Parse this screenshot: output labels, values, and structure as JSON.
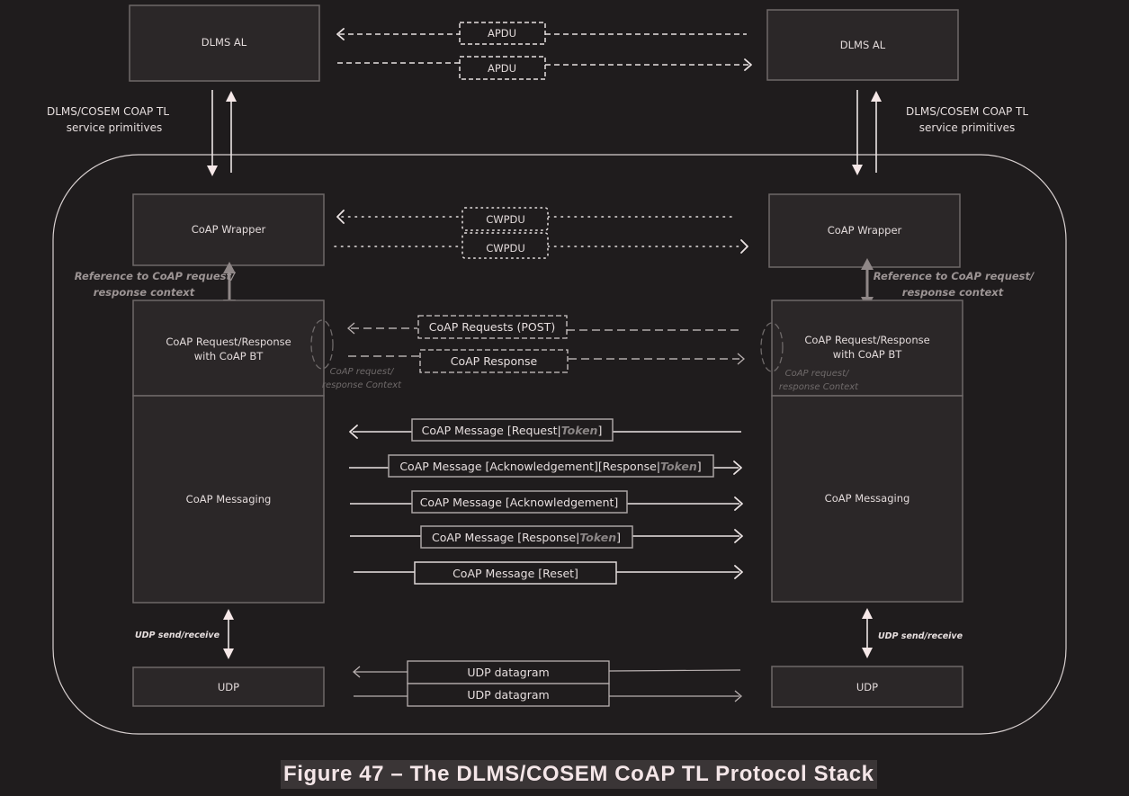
{
  "figure": {
    "caption": "Figure 47 – The DLMS/COSEM CoAP TL Protocol Stack"
  },
  "left_stack": {
    "dlms_al": "DLMS AL",
    "service_primitives_line1": "DLMS/COSEM COAP TL",
    "service_primitives_line2": "service primitives",
    "coap_wrapper": "CoAP Wrapper",
    "reference_line1": "Reference to CoAP request/",
    "reference_line2": "response context",
    "req_resp_line1": "CoAP Request/Response",
    "req_resp_line2": "with CoAP BT",
    "context_line1": "CoAP request/",
    "context_line2": "response Context",
    "coap_messaging": "CoAP Messaging",
    "udp_send_receive": "UDP send/receive",
    "udp": "UDP"
  },
  "right_stack": {
    "dlms_al": "DLMS AL",
    "service_primitives_line1": "DLMS/COSEM COAP TL",
    "service_primitives_line2": "service primitives",
    "coap_wrapper": "CoAP Wrapper",
    "reference_line1": "Reference to CoAP request/",
    "reference_line2": "response context",
    "req_resp_line1": "CoAP Request/Response",
    "req_resp_line2": "with CoAP BT",
    "context_line1": "CoAP request/",
    "context_line2": "response Context",
    "coap_messaging": "CoAP Messaging",
    "udp_send_receive": "UDP send/receive",
    "udp": "UDP"
  },
  "exchanges": {
    "apdu": [
      {
        "label": "APDU",
        "direction": "left"
      },
      {
        "label": "APDU",
        "direction": "right"
      }
    ],
    "cwpdu": [
      {
        "label": "CWPDU",
        "direction": "left"
      },
      {
        "label": "CWPDU",
        "direction": "right"
      }
    ],
    "request_response": [
      {
        "label": "CoAP Requests (POST)",
        "direction": "left"
      },
      {
        "label": "CoAP Response",
        "direction": "right"
      }
    ],
    "messages": [
      {
        "prefix": "CoAP Message [Request|",
        "token": "Token",
        "suffix": "]",
        "direction": "left"
      },
      {
        "prefix": "CoAP Message [Acknowledgement][Response|",
        "token": "Token",
        "suffix": "]",
        "direction": "right"
      },
      {
        "prefix": "CoAP Message [Acknowledgement]",
        "token": "",
        "suffix": "",
        "direction": "right"
      },
      {
        "prefix": "CoAP Message [Response|",
        "token": "Token",
        "suffix": "]",
        "direction": "right"
      },
      {
        "prefix": "CoAP Message [Reset]",
        "token": "",
        "suffix": "",
        "direction": "right"
      }
    ],
    "udp": [
      {
        "label": "UDP datagram",
        "direction": "left"
      },
      {
        "label": "UDP datagram",
        "direction": "right"
      }
    ]
  }
}
